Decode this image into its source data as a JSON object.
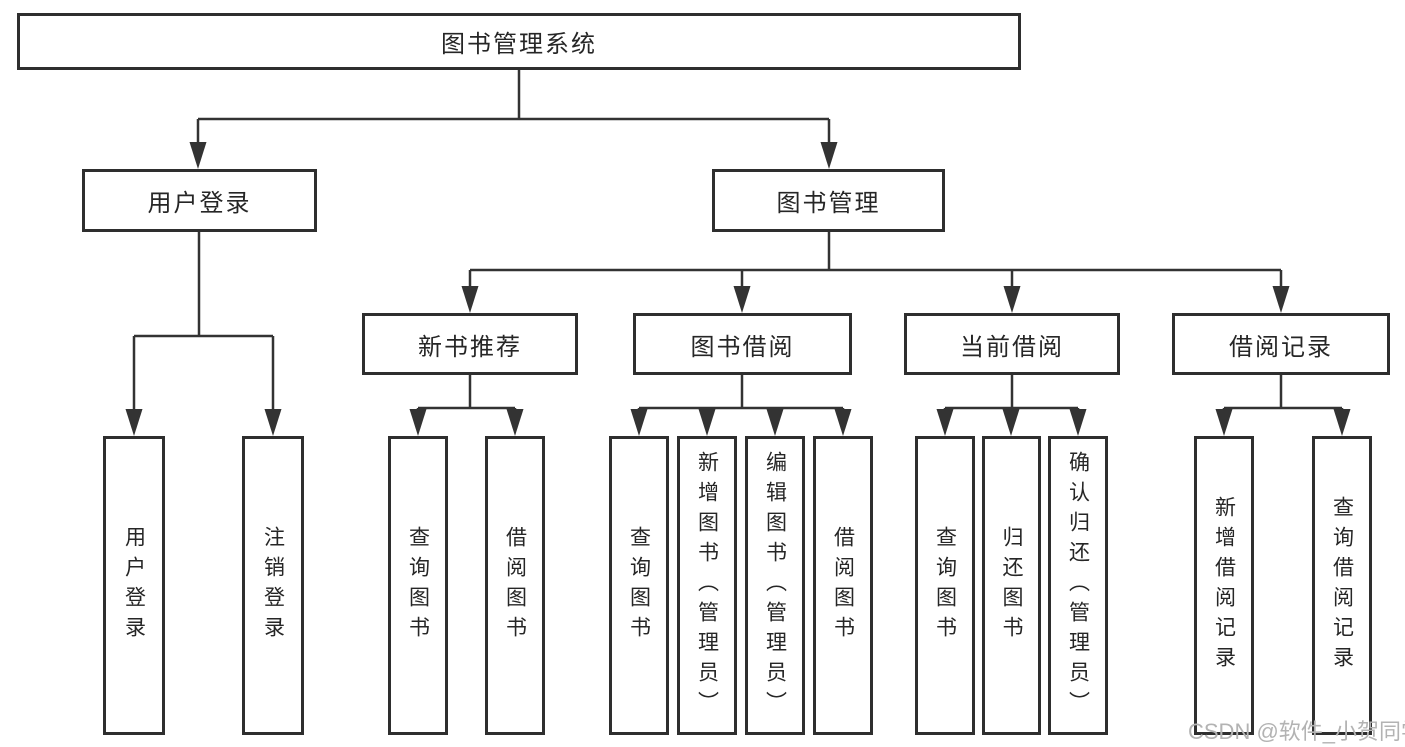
{
  "page": {
    "background_color": "#ffffff",
    "line_color": "#333333",
    "border_color": "#2e2e2e",
    "text_color": "#262626",
    "watermark": "CSDN @软件_小贺同学",
    "watermark_color": "#b3b3b3"
  },
  "tree": {
    "root": {
      "label": "图书管理系统"
    },
    "level2": [
      {
        "id": "user-login",
        "label": "用户登录",
        "parent": "图书管理系统"
      },
      {
        "id": "book-management",
        "label": "图书管理",
        "parent": "图书管理系统"
      }
    ],
    "level3": [
      {
        "id": "new-book-recommend",
        "label": "新书推荐",
        "parent": "图书管理"
      },
      {
        "id": "book-borrowing",
        "label": "图书借阅",
        "parent": "图书管理"
      },
      {
        "id": "current-borrowing",
        "label": "当前借阅",
        "parent": "图书管理"
      },
      {
        "id": "borrowing-records",
        "label": "借阅记录",
        "parent": "图书管理"
      }
    ],
    "leaves": [
      {
        "id": "leaf-user-login",
        "label": "用户登录",
        "parent": "用户登录"
      },
      {
        "id": "leaf-logout",
        "label": "注销登录",
        "parent": "用户登录"
      },
      {
        "id": "leaf-query-books-1",
        "label": "查询图书",
        "parent": "新书推荐"
      },
      {
        "id": "leaf-borrow-books-1",
        "label": "借阅图书",
        "parent": "新书推荐"
      },
      {
        "id": "leaf-query-books-2",
        "label": "查询图书",
        "parent": "图书借阅"
      },
      {
        "id": "leaf-add-books-admin",
        "label": "新增图书（管理员）",
        "parent": "图书借阅"
      },
      {
        "id": "leaf-edit-books-admin",
        "label": "编辑图书（管理员）",
        "parent": "图书借阅"
      },
      {
        "id": "leaf-borrow-books-2",
        "label": "借阅图书",
        "parent": "图书借阅"
      },
      {
        "id": "leaf-query-books-3",
        "label": "查询图书",
        "parent": "当前借阅"
      },
      {
        "id": "leaf-return-books",
        "label": "归还图书",
        "parent": "当前借阅"
      },
      {
        "id": "leaf-confirm-return-admin",
        "label": "确认归还（管理员）",
        "parent": "当前借阅"
      },
      {
        "id": "leaf-add-borrow-record",
        "label": "新增借阅记录",
        "parent": "借阅记录"
      },
      {
        "id": "leaf-query-borrow-record",
        "label": "查询借阅记录",
        "parent": "借阅记录"
      }
    ]
  }
}
